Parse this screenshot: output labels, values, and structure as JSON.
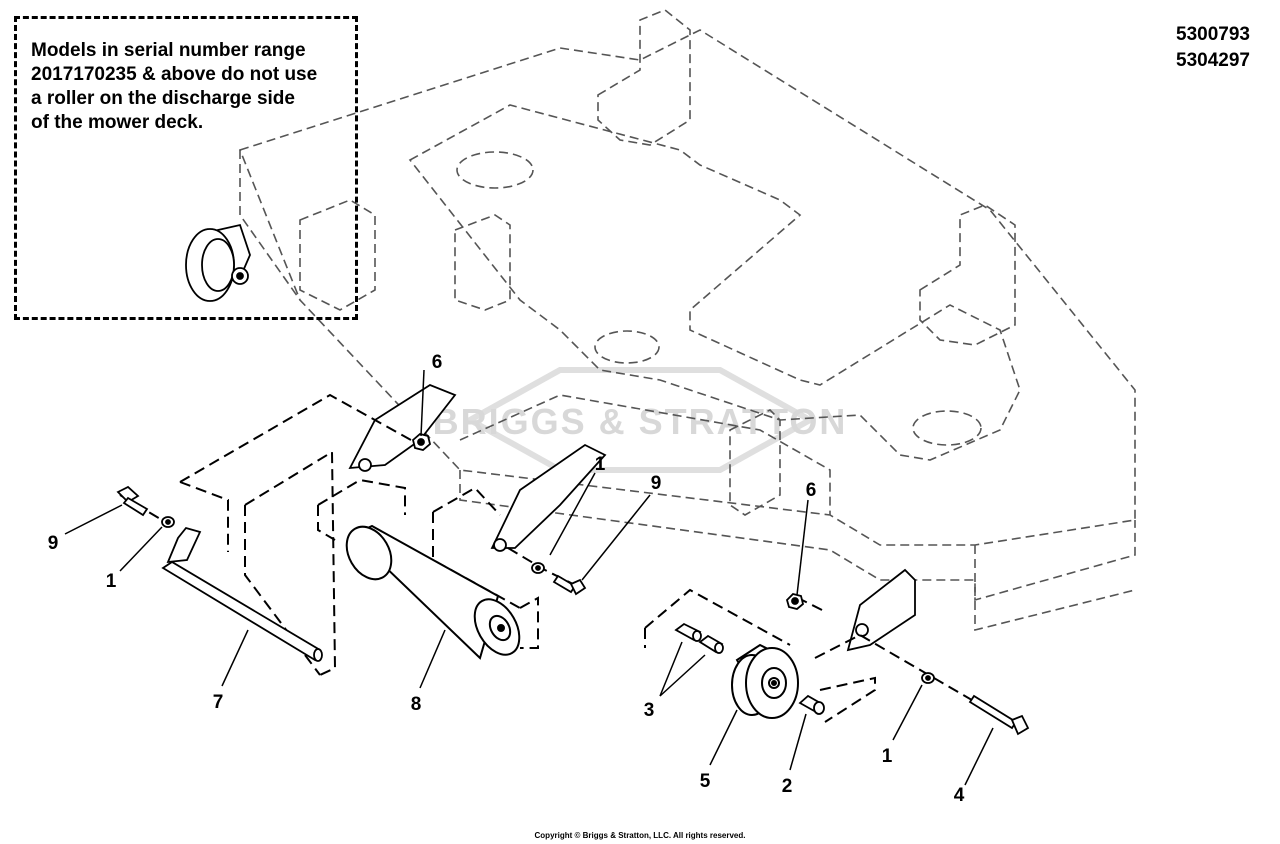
{
  "note": {
    "lines": [
      "Models in serial number range",
      "2017170235 & above do not use",
      "a roller on the discharge side",
      "of the mower deck."
    ]
  },
  "part_numbers": [
    "5300793",
    "5304297"
  ],
  "watermark": "BRIGGS & STRATTON",
  "callouts": [
    "6",
    "1",
    "9",
    "6",
    "9",
    "1",
    "7",
    "8",
    "3",
    "5",
    "2",
    "1",
    "4"
  ],
  "copyright": "Copyright © Briggs & Stratton, LLC. All rights reserved."
}
